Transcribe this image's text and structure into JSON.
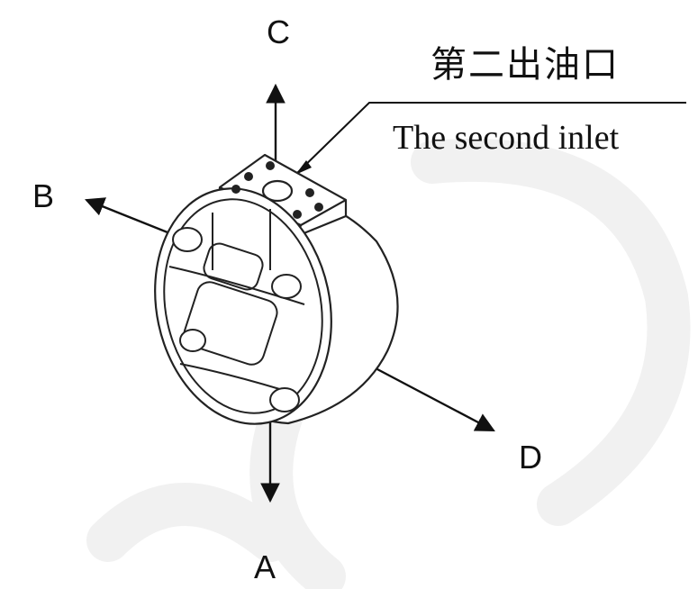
{
  "diagram": {
    "axes": {
      "a": "A",
      "b": "B",
      "c": "C",
      "d": "D"
    },
    "callout": {
      "chinese": "第二出油口",
      "english": "The second inlet"
    }
  }
}
